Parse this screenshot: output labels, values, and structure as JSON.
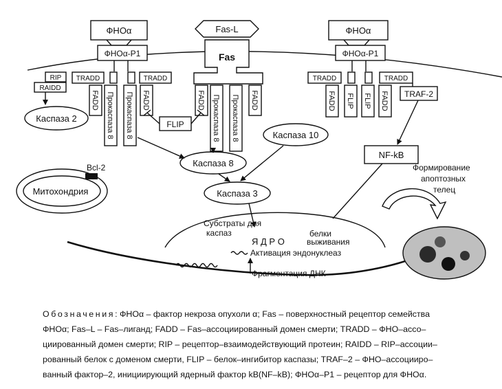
{
  "diagram": {
    "tnf_left": "ФНОα",
    "fas_ligand": "Fas-L",
    "tnf_right": "ФНОα",
    "tnf_receptor_left": "ФНОα-Р1",
    "fas": "Fas",
    "tnf_receptor_right": "ФНОα-Р1",
    "rip": "RIP",
    "raidd": "RAIDD",
    "tradd_left_1": "TRADD",
    "tradd_left_2": "TRADD",
    "tradd_right_1": "TRADD",
    "tradd_right_2": "TRADD",
    "fadd_1": "FADD",
    "procaspase_1": "Прокаспаза 8",
    "fadd_2": "FADD",
    "procaspase_2": "Прокаспаза 8",
    "fadd_3": "FADD",
    "procaspase_3": "Прокаспаза 8",
    "fadd_4": "FADD",
    "fadd_5": "FADD",
    "flip_1": "FLIP",
    "flip_2": "FLIP",
    "fadd_6": "FADD",
    "traf2": "TRAF-2",
    "flip_center": "FLIP",
    "caspase2": "Каспаза 2",
    "caspase10": "Каспаза 10",
    "caspase8": "Каспаза 8",
    "caspase3": "Каспаза 3",
    "nfkb": "NF-kB",
    "bcl2": "Bcl-2",
    "mitochondria": "Митохондрия",
    "apoptotic_bodies_1": "Формирование",
    "apoptotic_bodies_2": "апоптозных",
    "apoptotic_bodies_3": "телец",
    "substrates_1": "Субстраты для",
    "substrates_2": "каспаз",
    "survival_1": "белки",
    "survival_2": "выживания",
    "nucleus": "Я Д Р О",
    "endonuclease": "Активация эндонуклеаз",
    "dna_fragmentation": "Фрагментация ДНК"
  },
  "legend": {
    "heading": "Обозначения",
    "line1": ": ФНОα – фактор некроза опухоли α; Fas – поверхностный рецептор семейства",
    "line2": "ФНОα; Fas–L – Fas–лиганд; FADD – Fas–ассоциированный домен смерти; TRADD – ФНО–ассо–",
    "line3": "циированный домен смерти; RIP – рецептор–взаимодействующий протеин; RAIDD – RIP–ассоции–",
    "line4": "рованный белок с доменом смерти, FLIP – белок–ингибитор каспазы; TRAF–2 – ФНО–ассоцииро–",
    "line5": "ванный фактор–2, инициирующий ядерный фактор kB(NF–kB); ФНОα–Р1 – рецептор для ФНОα."
  }
}
